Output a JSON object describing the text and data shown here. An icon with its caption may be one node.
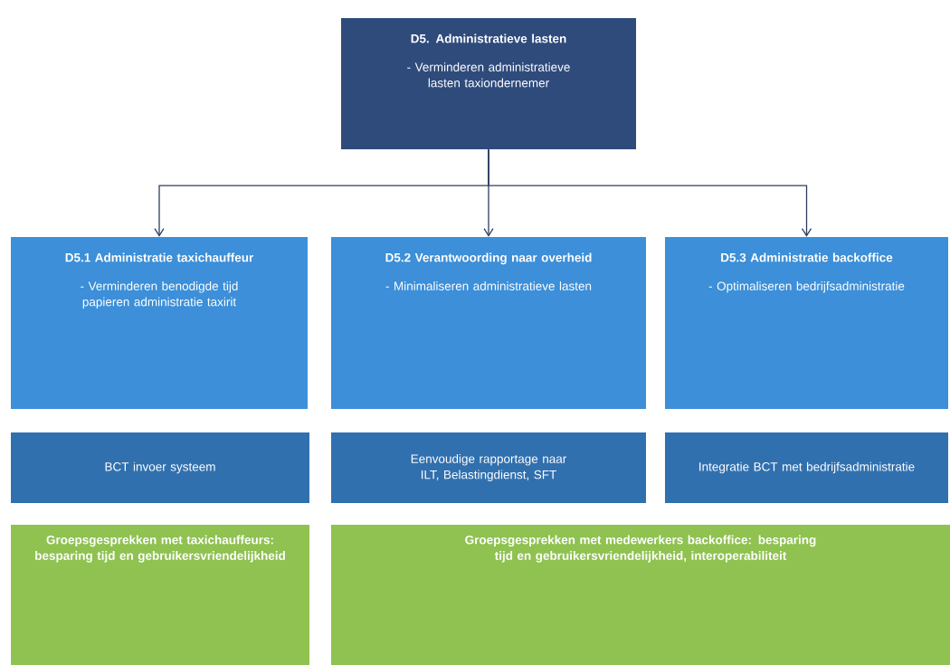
{
  "diagram": {
    "nodes": [
      {
        "text": [
          "D5. Administratieve lasten",
          "- Verminderen administratieve lasten taxiondernemer"
        ]
      },
      {
        "text": [
          "D5.1 Administratie taxichauffeur",
          "- Verminderen benodigde tijd papieren administratie taxirit"
        ]
      },
      {
        "text": [
          "D5.2 Verantwoording naar overheid",
          "- Minimaliseren administratieve lasten"
        ]
      },
      {
        "text": [
          "D5.3 Administratie backoffice",
          "- Optimaliseren bedrijfsadministratie"
        ]
      },
      {
        "text": [
          "BCT invoer systeem"
        ]
      },
      {
        "text": [
          "Eenvoudige rapportage naar ILT, Belastingdienst, SFT"
        ]
      },
      {
        "text": [
          "Integratie BCT met bedrijfsadministratie"
        ]
      },
      {
        "text": [
          "Groepsgesprekken met taxichauffeurs: besparing tijd en gebruikersvriendelijkheid"
        ]
      },
      {
        "text": [
          "Groepsgesprekken met medewerkers backoffice: besparing tijd en gebruikersvriendelijkheid, interoperabiliteit"
        ]
      }
    ],
    "edges": [
      {
        "from": 0,
        "to": 1,
        "arrow": "to"
      },
      {
        "from": 0,
        "to": 2,
        "arrow": "to"
      },
      {
        "from": 0,
        "to": 3,
        "arrow": "to"
      }
    ]
  }
}
